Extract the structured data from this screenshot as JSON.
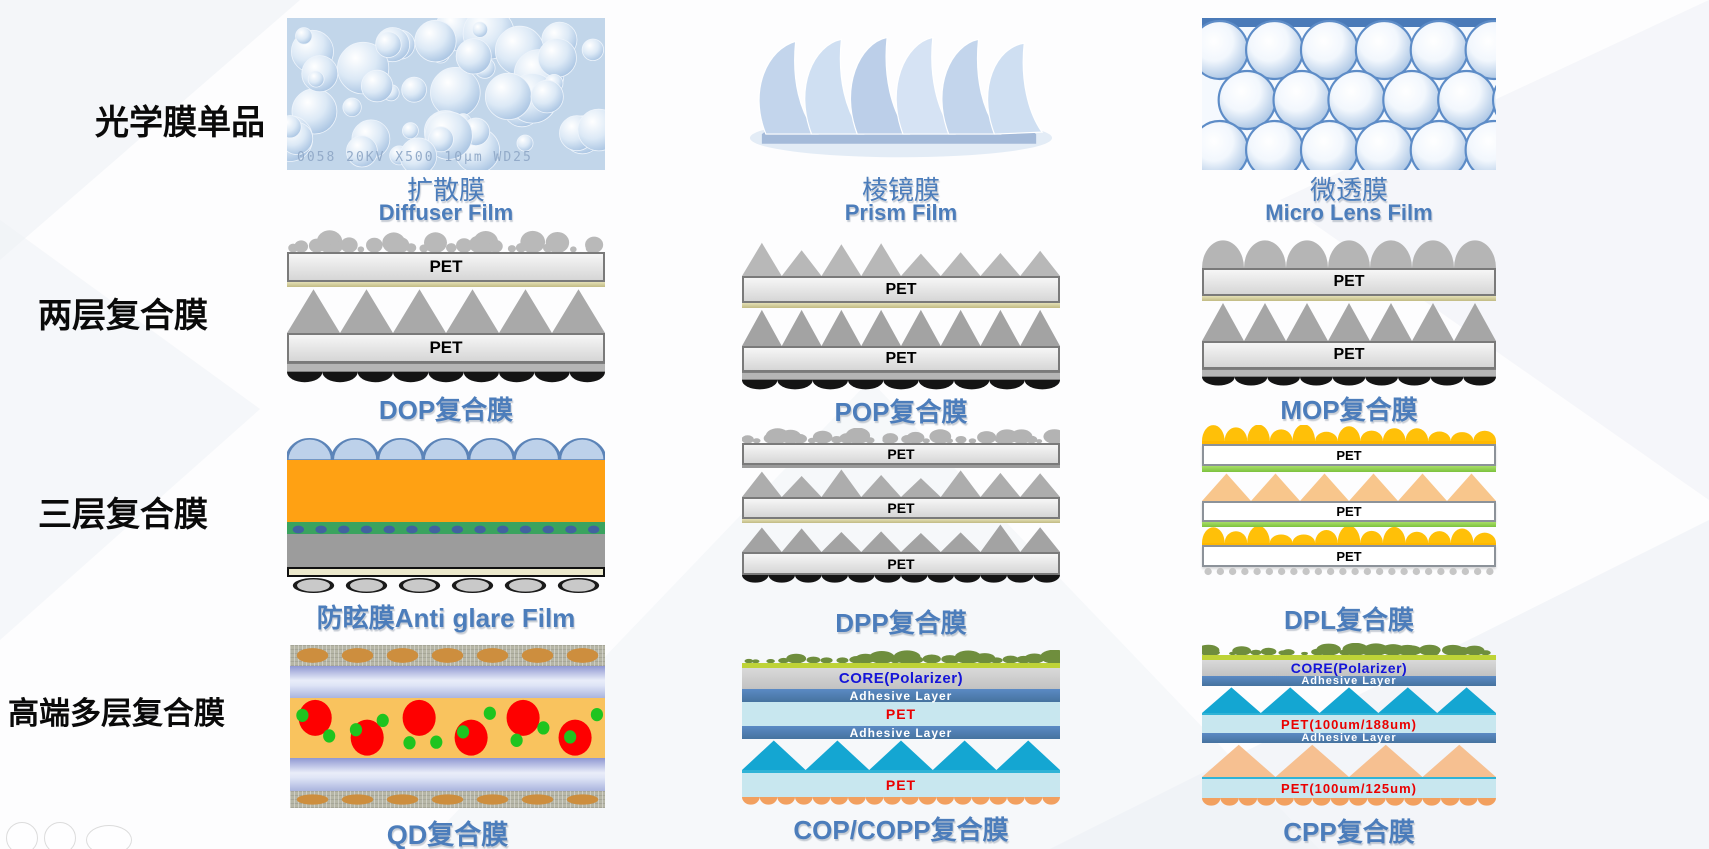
{
  "rows": {
    "r1": "光学膜单品",
    "r2": "两层复合膜",
    "r3": "三层复合膜",
    "r4": "高端多层复合膜"
  },
  "row1": {
    "diffuser": {
      "cn": "扩散膜",
      "en": "Diffuser Film",
      "sem": "0058  20KV    X500  10μm WD25"
    },
    "prism": {
      "cn": "棱镜膜",
      "en": "Prism Film"
    },
    "microlens": {
      "cn": "微透膜",
      "en": "Micro Lens Film"
    }
  },
  "row2": {
    "dop": {
      "label": "DOP复合膜",
      "pet1": "PET",
      "pet2": "PET"
    },
    "pop": {
      "label": "POP复合膜",
      "pet1": "PET",
      "pet2": "PET"
    },
    "mop": {
      "label": "MOP复合膜",
      "pet1": "PET",
      "pet2": "PET"
    }
  },
  "row3": {
    "antiglare": {
      "label": "防眩膜Anti glare Film"
    },
    "dpp": {
      "label": "DPP复合膜",
      "pet1": "PET",
      "pet2": "PET",
      "pet3": "PET"
    },
    "dpl": {
      "label": "DPL复合膜",
      "pet1": "PET",
      "pet2": "PET",
      "pet3": "PET"
    }
  },
  "row4": {
    "qd": {
      "label": "QD复合膜"
    },
    "cop": {
      "label": "COP/COPP复合膜",
      "core": "CORE(Polarizer)",
      "adh1": "Adhesive Layer",
      "pet1": "PET",
      "adh2": "Adhesive Layer",
      "pet2": "PET"
    },
    "cpp": {
      "label": "CPP复合膜",
      "core": "CORE(Polarizer)",
      "adh1": "Adhesive Layer",
      "pet1": "PET(100um/188um)",
      "adh2": "Adhesive Layer",
      "pet2": "PET(100um/125um)"
    }
  },
  "colors": {
    "accent_blue": "#4C7DBB",
    "pet_bar_gray": "#DCDCDC",
    "prism_gray": "#A6A6A6",
    "olive_line": "#CFC99A",
    "antiglare_orange": "#FFA113",
    "antiglare_green": "#3AA35F",
    "dpl_yellow": "#FFC008",
    "dpl_peach_triangle": "#F8C68C",
    "qd_matrix_yellow": "#F9C35E",
    "qd_red_dot": "#FE0000",
    "qd_green_dot": "#1FC41F",
    "core_gray": "#C9C9C9",
    "core_text_blue": "#1414D8",
    "adhesive_blue": "#4F81BD",
    "pet_light_blue": "#C8E7EF",
    "pet_text_red": "#EA0000",
    "prism_cyan": "#14A6D2",
    "cpp_peach": "#F6C091",
    "olive_bumps": "#6F8E3D",
    "yellow_green_line": "#BED337",
    "bottom_bump_black": "#141414",
    "bottom_bump_orange": "#F2A05F"
  }
}
